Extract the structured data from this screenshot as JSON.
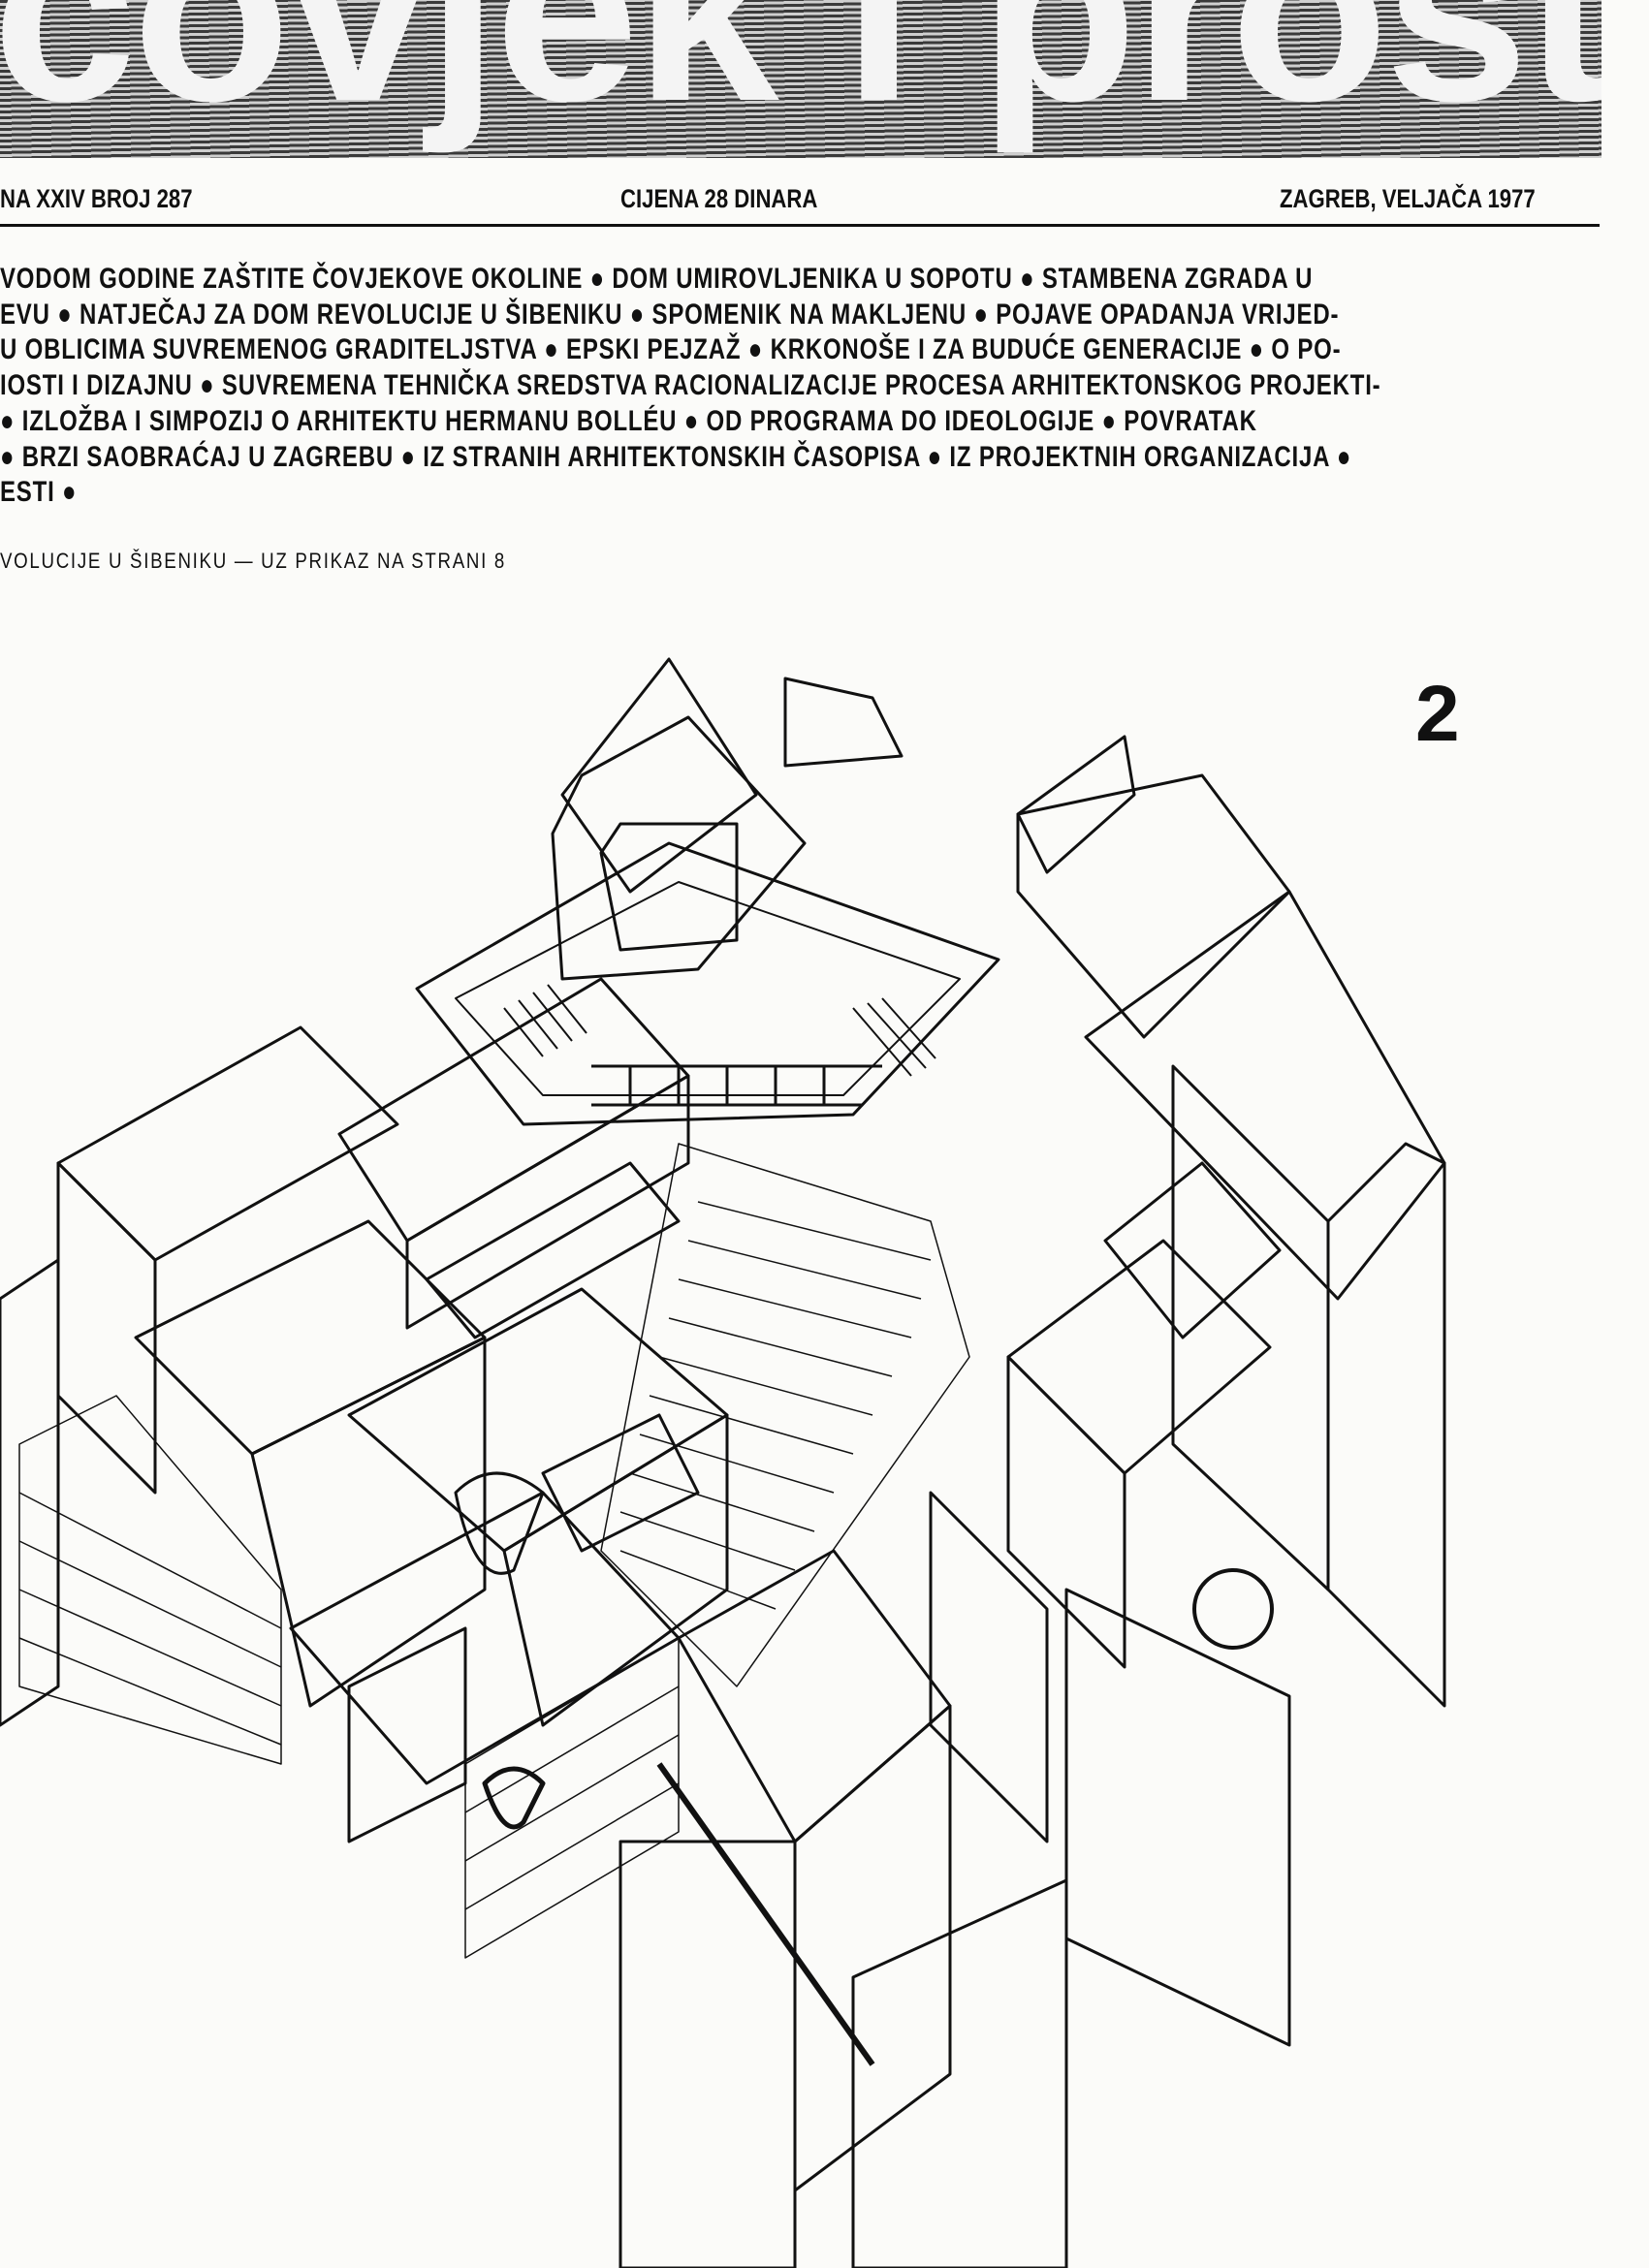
{
  "masthead": {
    "title": "covjek i prostor"
  },
  "meta": {
    "issue": "NA XXIV BROJ 287",
    "price": "CIJENA 28 DINARA",
    "place_date": "ZAGREB, VELJAČA 1977"
  },
  "contents": [
    "VODOM GODINE ZAŠTITE ČOVJEKOVE OKOLINE ● DOM UMIROVLJENIKA U SOPOTU ● STAMBENA ZGRADA U",
    "EVU ● NATJEČAJ ZA DOM REVOLUCIJE U ŠIBENIKU ● SPOMENIK NA MAKLJENU ● POJAVE OPADANJA VRIJED-",
    " U OBLICIMA SUVREMENOG GRADITELJSTVA ● EPSKI PEJZAŽ ● KRKONOŠE I ZA BUDUĆE GENERACIJE ● O PO-",
    "IOSTI I DIZAJNU ● SUVREMENA TEHNIČKA SREDSTVA RACIONALIZACIJE PROCESA ARHITEKTONSKOG PROJEKTI-",
    " ● IZLOŽBA I SIMPOZIJ O ARHITEKTU HERMANU BOLLÉU ● OD PROGRAMA DO IDEOLOGIJE ● POVRATAK",
    "● BRZI SAOBRAĆAJ U ZAGREBU ● IZ STRANIH ARHITEKTONSKIH ČASOPISA ● IZ PROJEKTNIH ORGANIZACIJA ●",
    "ESTI ●"
  ],
  "caption": "VOLUCIJE U ŠIBENIKU — UZ PRIKAZ NA STRANI 8",
  "page_number": "2"
}
